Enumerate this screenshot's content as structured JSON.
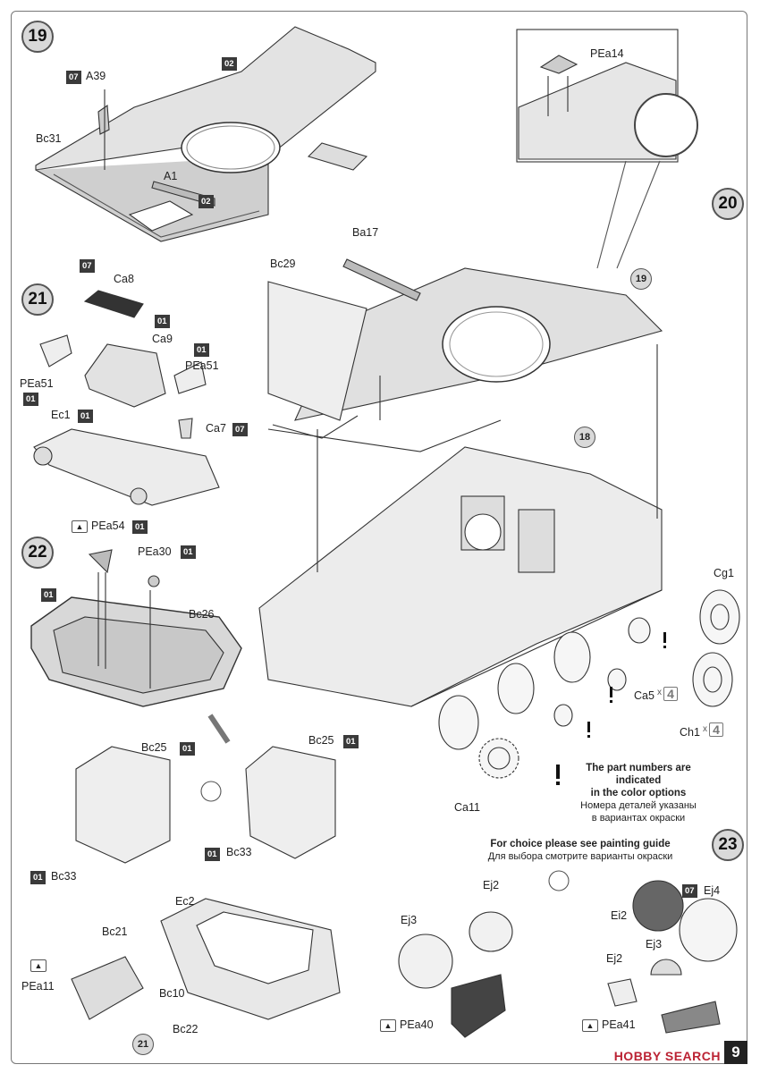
{
  "steps": {
    "s19": "19",
    "s20": "20",
    "s21": "21",
    "s22": "22",
    "s23": "23",
    "ref19": "19",
    "ref18": "18",
    "ref21": "21"
  },
  "parts": {
    "a39": "A39",
    "bc31": "Bc31",
    "a1": "A1",
    "p02a": "02",
    "p02b": "02",
    "p07a": "07",
    "pea14": "PEa14",
    "ba17": "Ba17",
    "bc29": "Bc29",
    "ca8": "Ca8",
    "ca9": "Ca9",
    "pea51a": "PEa51",
    "pea51b": "PEa51",
    "ec1": "Ec1",
    "ca7": "Ca7",
    "p07b": "07",
    "p01a": "01",
    "p01b": "01",
    "p01c": "01",
    "p01d": "01",
    "p07c": "07",
    "pea54": "PEa54",
    "pea30": "PEa30",
    "bc26": "Bc26",
    "p01e": "01",
    "p01f": "01",
    "p01g": "01",
    "bc25a": "Bc25",
    "bc25b": "Bc25",
    "p01h": "01",
    "p01i": "01",
    "bc33a": "Bc33",
    "bc33b": "Bc33",
    "p01j": "01",
    "p01k": "01",
    "ec2": "Ec2",
    "bc21": "Bc21",
    "bc10": "Bc10",
    "bc22": "Bc22",
    "pea11": "PEa11",
    "cg1": "Cg1",
    "ca5": "Ca5",
    "ch1": "Ch1",
    "ca11": "Ca11",
    "ej2a": "Ej2",
    "ej3a": "Ej3",
    "pea40": "PEa40",
    "ej4": "Ej4",
    "ei2": "Ei2",
    "ej3b": "Ej3",
    "ej2b": "Ej2",
    "pea41": "PEa41",
    "p07d": "07"
  },
  "counts": {
    "ca5": "4",
    "ch1": "4",
    "x": "x"
  },
  "notes": {
    "color_en": "The part numbers are indicated",
    "color_en2": "in the color options",
    "color_ru": "Номера деталей указаны",
    "color_ru2": "в вариантах окраски",
    "choice_en": "For choice please see painting guide",
    "choice_ru": "Для выбора смотрите варианты окраски"
  },
  "page_number": "9",
  "watermark": {
    "brand": "HOBBY SEARCH"
  }
}
